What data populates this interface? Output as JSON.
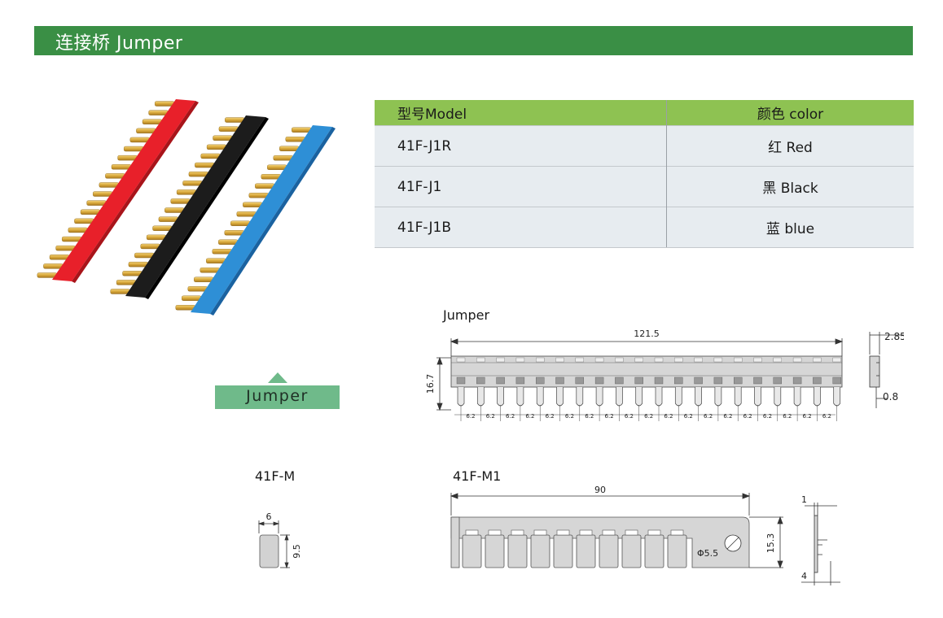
{
  "header": {
    "title": "连接桥 Jumper"
  },
  "table": {
    "headers": [
      "型号Model",
      "颜色 color"
    ],
    "rows": [
      {
        "model": "41F-J1R",
        "color": "红 Red"
      },
      {
        "model": "41F-J1",
        "color": "黑 Black"
      },
      {
        "model": "41F-J1B",
        "color": "蓝 blue"
      }
    ]
  },
  "badge": {
    "label": "Jumper"
  },
  "drawings": {
    "jumper": {
      "title": "Jumper",
      "length": "121.5",
      "height": "16.7",
      "pitch": "6.2",
      "side_width": "2.85",
      "side_pin": "0.8"
    },
    "m": {
      "title": "41F-M",
      "width": "6",
      "height": "9.5"
    },
    "m1": {
      "title": "41F-M1",
      "length": "90",
      "height": "15.3",
      "hole": "Φ5.5",
      "side_top": "1",
      "side_bottom": "4"
    }
  },
  "colors": {
    "header": "#3a8f45",
    "table_header": "#8ec252",
    "table_body": "#e7ecf0",
    "badge": "#6fba8a",
    "red": "#e8202a",
    "black": "#1a1a1a",
    "blue": "#2e8fd6",
    "gold": "#d8a83a"
  }
}
